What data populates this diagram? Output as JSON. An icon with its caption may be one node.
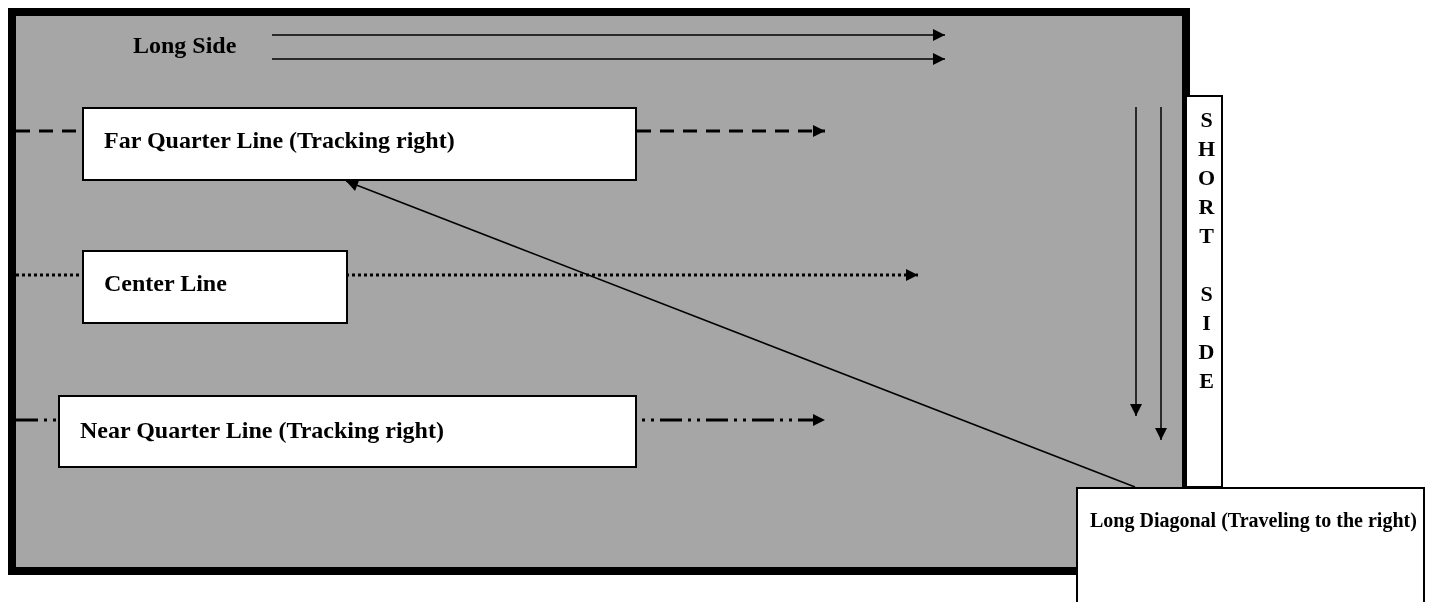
{
  "diagram": {
    "nodes": [
      {
        "text": [
          "Far Quarter Line (Tracking right)"
        ]
      },
      {
        "text": [
          "Center Line"
        ]
      },
      {
        "text": [
          "Near Quarter Line (Tracking right)"
        ]
      },
      {
        "text": [
          "SHORT SIDE"
        ]
      },
      {
        "text": [
          "Long Diagonal (Traveling to the right)"
        ]
      }
    ],
    "edges": [
      {
        "from": 4,
        "to": 0,
        "arrow": "to"
      }
    ],
    "labels": [
      "Long Side"
    ]
  }
}
